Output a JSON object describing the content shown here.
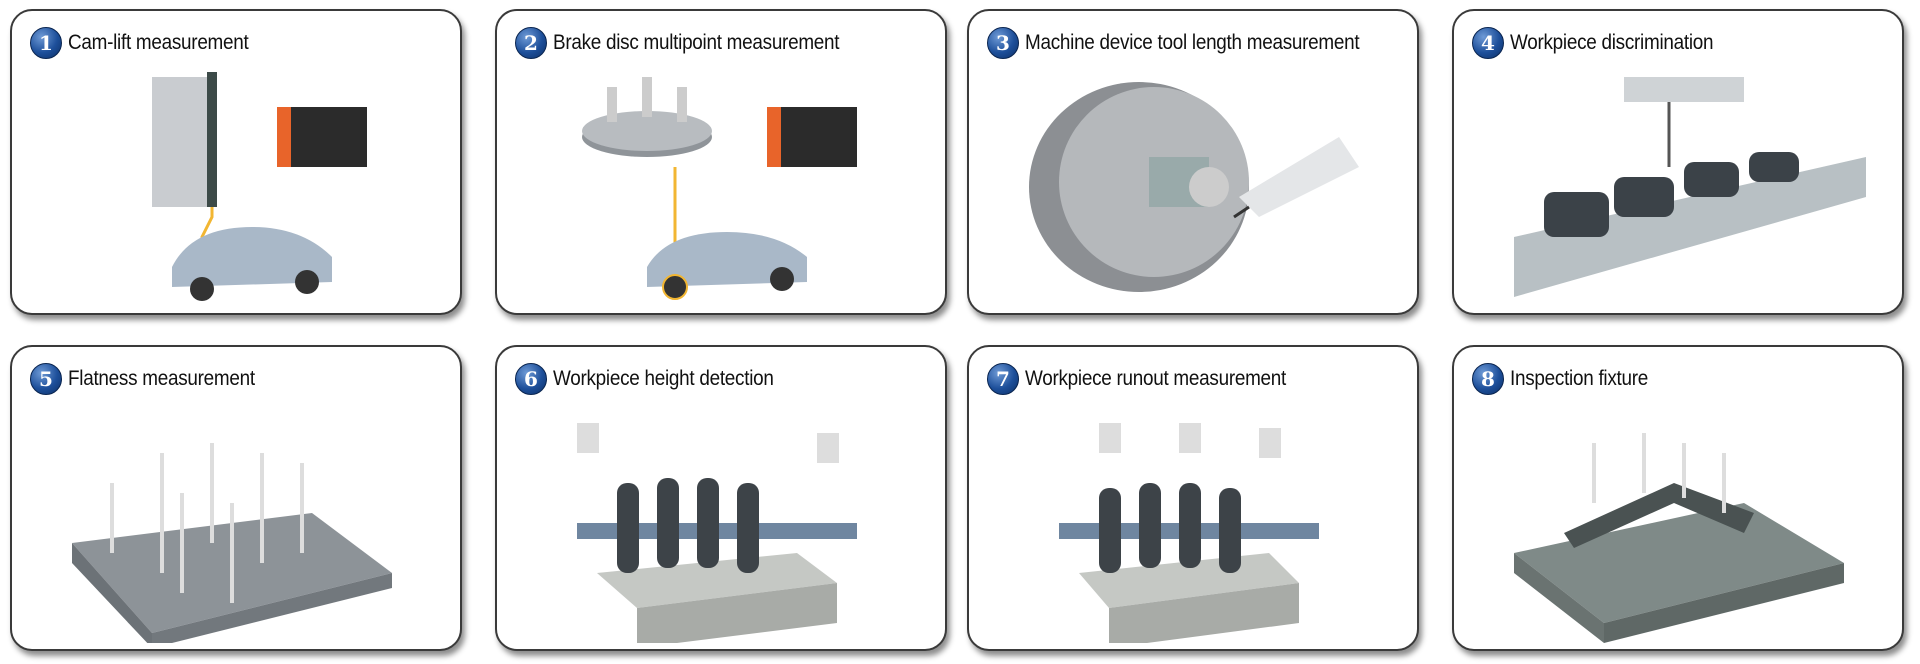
{
  "panels": [
    {
      "number": "1",
      "title": "Cam-lift measurement"
    },
    {
      "number": "2",
      "title": "Brake disc multipoint measurement"
    },
    {
      "number": "3",
      "title": "Machine device tool length measurement"
    },
    {
      "number": "4",
      "title": "Workpiece discrimination"
    },
    {
      "number": "5",
      "title": "Flatness measurement"
    },
    {
      "number": "6",
      "title": "Workpiece height detection"
    },
    {
      "number": "7",
      "title": "Workpiece runout measurement"
    },
    {
      "number": "8",
      "title": "Inspection fixture"
    }
  ],
  "colors": {
    "badge": "#1d4f9a",
    "arrow": "#f2b632",
    "border": "#3a3a3a"
  }
}
